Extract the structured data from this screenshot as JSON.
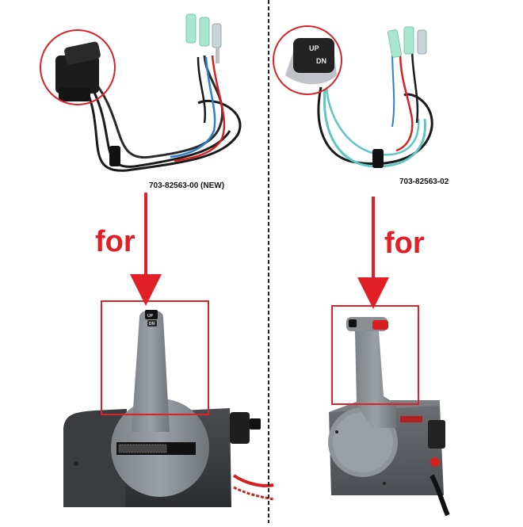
{
  "left_panel": {
    "part_number": "703-82563-00 (NEW)",
    "for_text": "for",
    "switch_label_up": "UP",
    "switch_label_dn": "DN"
  },
  "right_panel": {
    "part_number": "703-82563-02",
    "for_text": "for",
    "switch_label_up": "UP",
    "switch_label_dn": "DN"
  },
  "colors": {
    "highlight_red": "#d8232a",
    "lever_gray": "#8a8f94",
    "box_dark": "#3b3d40",
    "wire_black": "#1a1a1a",
    "wire_blue": "#2f7fd0",
    "wire_red": "#d62020",
    "wire_teal": "#5fc6c0",
    "terminal_green": "#a8e6cf"
  }
}
